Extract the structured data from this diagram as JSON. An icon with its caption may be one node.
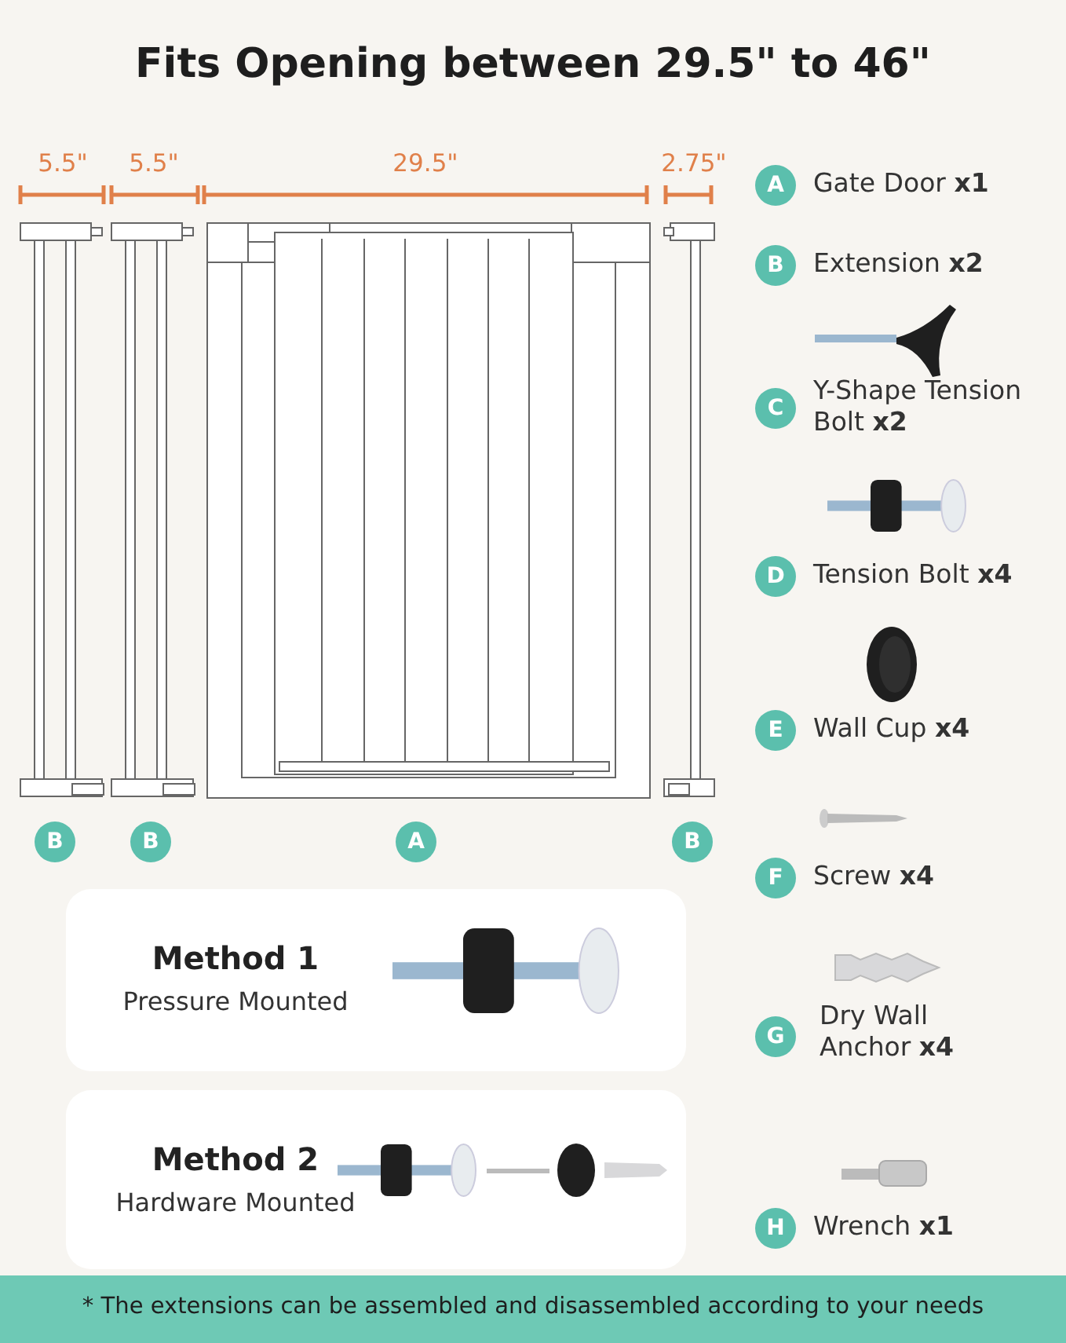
{
  "diagram": {
    "title": "Fits Opening between 29.5\" to 46\"",
    "nodes": [
      {
        "text": [
          "B"
        ]
      },
      {
        "text": [
          "B"
        ]
      },
      {
        "text": [
          "A"
        ]
      },
      {
        "text": [
          "B"
        ]
      },
      {
        "text": [
          "Method 1",
          "Pressure Mounted"
        ]
      },
      {
        "text": [
          "Method 2",
          "Hardware Mounted"
        ]
      },
      {
        "text": [
          "A"
        ],
        "beside": [
          "Gate Door **x1**"
        ]
      },
      {
        "text": [
          "B"
        ],
        "beside": [
          "Extension **x2**"
        ]
      },
      {
        "text": [
          "C"
        ],
        "beside": [
          "Y-Shape Tension Bolt **x2**"
        ]
      },
      {
        "text": [
          "D"
        ],
        "beside": [
          "Tension Bolt **x4**"
        ]
      },
      {
        "text": [
          "E"
        ],
        "beside": [
          "Wall Cup **x4**"
        ]
      },
      {
        "text": [
          "F"
        ],
        "beside": [
          "Screw **x4**"
        ]
      },
      {
        "text": [
          "G"
        ],
        "beside": [
          "Dry Wall Anchor **x4**"
        ]
      },
      {
        "text": [
          "H"
        ],
        "beside": [
          "Wrench **x1**"
        ]
      },
      {
        "text": [
          "* The extensions can be assembled and disassembled according to your needs"
        ]
      }
    ],
    "edges": [],
    "labels": [
      "5.5\"",
      "5.5\"",
      "29.5\"",
      "2.75\""
    ]
  }
}
